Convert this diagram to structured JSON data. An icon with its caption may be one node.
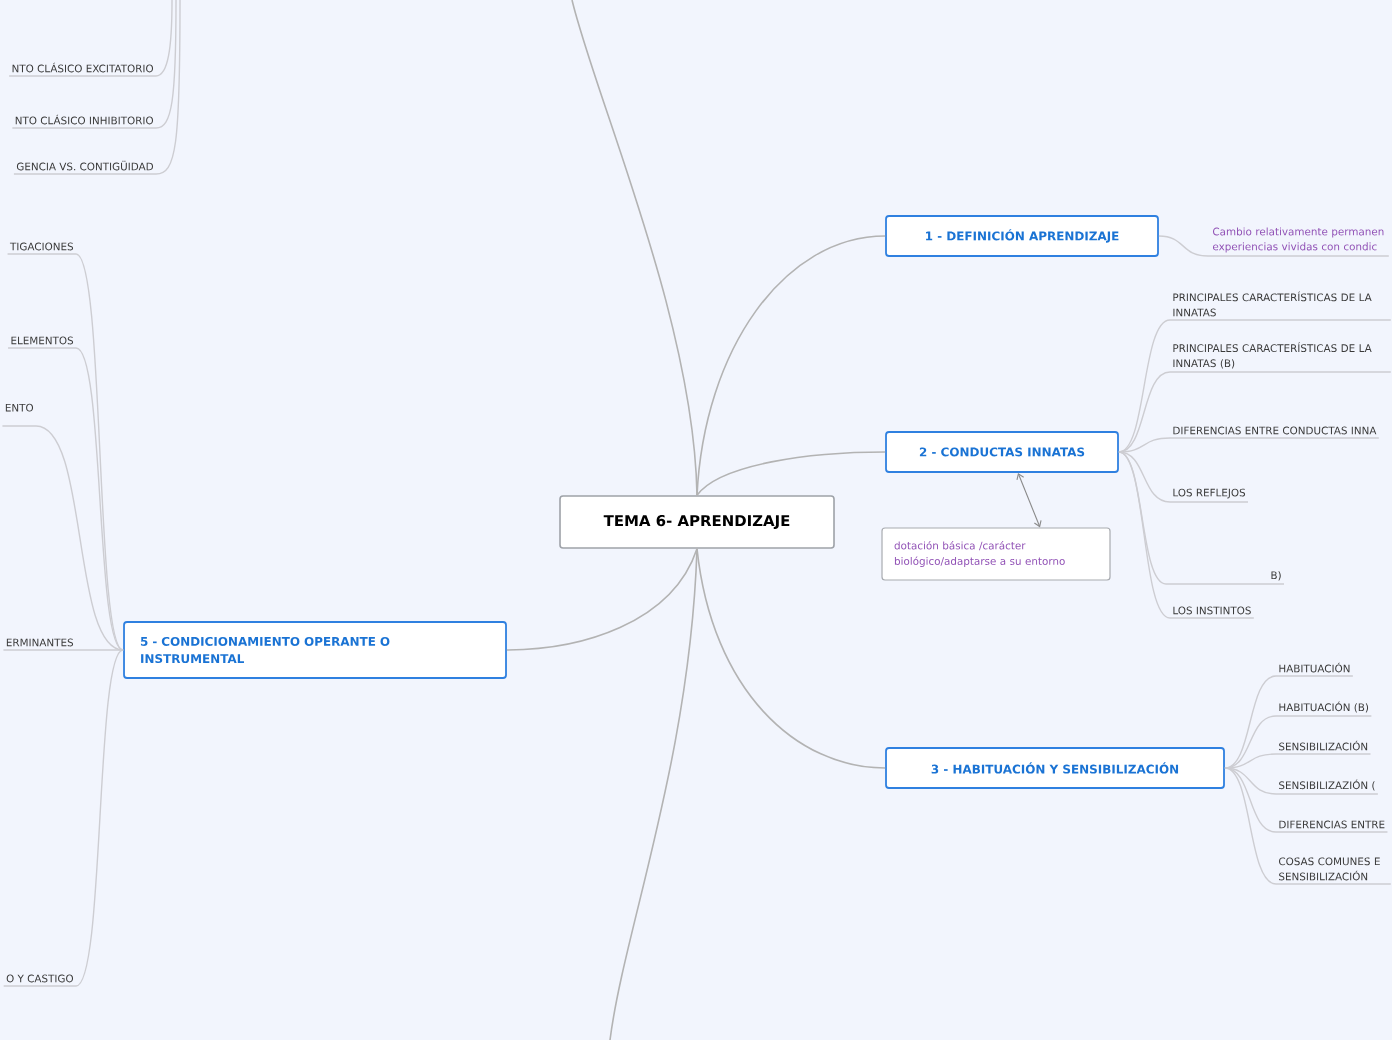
{
  "diagram": {
    "nodes": [
      {
        "text": [
          "TEMA 6- APRENDIZAJE"
        ]
      },
      {
        "text": [
          "1 - DEFINICIÓN APRENDIZAJE"
        ]
      },
      {
        "text": [
          "Cambio relativamente permanen experiencias vividas con condic"
        ]
      },
      {
        "text": [
          "2 - CONDUCTAS INNATAS"
        ]
      },
      {
        "text": [
          "PRINCIPALES CARACTERÍSTICAS DE LA INNATAS"
        ]
      },
      {
        "text": [
          "PRINCIPALES CARACTERÍSTICAS DE LA INNATAS (B)"
        ]
      },
      {
        "text": [
          "DIFERENCIAS ENTRE CONDUCTAS INNA"
        ]
      },
      {
        "text": [
          "LOS REFLEJOS"
        ]
      },
      {
        "text": [
          "B)"
        ]
      },
      {
        "text": [
          "LOS INSTINTOS"
        ]
      },
      {
        "text": [
          "dotación básica /carácter biológico/adaptarse a su entorno"
        ]
      },
      {
        "text": [
          "3 - HABITUACIÓN Y SENSIBILIZACIÓN"
        ]
      },
      {
        "text": [
          "HABITUACIÓN"
        ]
      },
      {
        "text": [
          "HABITUACIÓN (B)"
        ]
      },
      {
        "text": [
          "SENSIBILIZACIÓN"
        ]
      },
      {
        "text": [
          "SENSIBILIZAZIÓN ("
        ]
      },
      {
        "text": [
          "DIFERENCIAS ENTRE"
        ]
      },
      {
        "text": [
          "COSAS COMUNES E SENSIBILIZACIÓN"
        ]
      },
      {
        "text": [
          "5 - CONDICIONAMIENTO OPERANTE O INSTRUMENTAL"
        ]
      },
      {
        "text": [
          "TIGACIONES"
        ]
      },
      {
        "text": [
          "ELEMENTOS"
        ]
      },
      {
        "text": [
          "ENTO"
        ]
      },
      {
        "text": [
          "ERMINANTES"
        ]
      },
      {
        "text": [
          "O Y CASTIGO"
        ]
      },
      {
        "text": [
          "NTO CLÁSICO EXCITATORIO"
        ]
      },
      {
        "text": [
          "NTO CLÁSICO INHIBITORIO"
        ]
      },
      {
        "text": [
          "GENCIA VS. CONTIGÜIDAD"
        ]
      }
    ],
    "edges": [
      {
        "from": 0,
        "to": 1,
        "arrow": "none"
      },
      {
        "from": 1,
        "to": 2,
        "arrow": "none"
      },
      {
        "from": 0,
        "to": 3,
        "arrow": "none"
      },
      {
        "from": 3,
        "to": 4,
        "arrow": "none"
      },
      {
        "from": 3,
        "to": 5,
        "arrow": "none"
      },
      {
        "from": 3,
        "to": 6,
        "arrow": "none"
      },
      {
        "from": 3,
        "to": 7,
        "arrow": "none"
      },
      {
        "from": 3,
        "to": 8,
        "arrow": "none"
      },
      {
        "from": 3,
        "to": 9,
        "arrow": "none"
      },
      {
        "from": 3,
        "to": 10,
        "arrow": "both"
      },
      {
        "from": 0,
        "to": 11,
        "arrow": "none"
      },
      {
        "from": 11,
        "to": 12,
        "arrow": "none"
      },
      {
        "from": 11,
        "to": 13,
        "arrow": "none"
      },
      {
        "from": 11,
        "to": 14,
        "arrow": "none"
      },
      {
        "from": 11,
        "to": 15,
        "arrow": "none"
      },
      {
        "from": 11,
        "to": 16,
        "arrow": "none"
      },
      {
        "from": 11,
        "to": 17,
        "arrow": "none"
      },
      {
        "from": 0,
        "to": 18,
        "arrow": "none"
      },
      {
        "from": 18,
        "to": 19,
        "arrow": "none"
      },
      {
        "from": 18,
        "to": 20,
        "arrow": "none"
      },
      {
        "from": 18,
        "to": 21,
        "arrow": "none"
      },
      {
        "from": 18,
        "to": 22,
        "arrow": "none"
      },
      {
        "from": 18,
        "to": 23,
        "arrow": "none"
      },
      {
        "from": null,
        "to": 24,
        "arrow": "none"
      },
      {
        "from": null,
        "to": 25,
        "arrow": "none"
      },
      {
        "from": null,
        "to": 26,
        "arrow": "none"
      },
      {
        "from": 0,
        "to": null,
        "arrow": "none"
      },
      {
        "from": 0,
        "to": null,
        "arrow": "none"
      }
    ]
  }
}
